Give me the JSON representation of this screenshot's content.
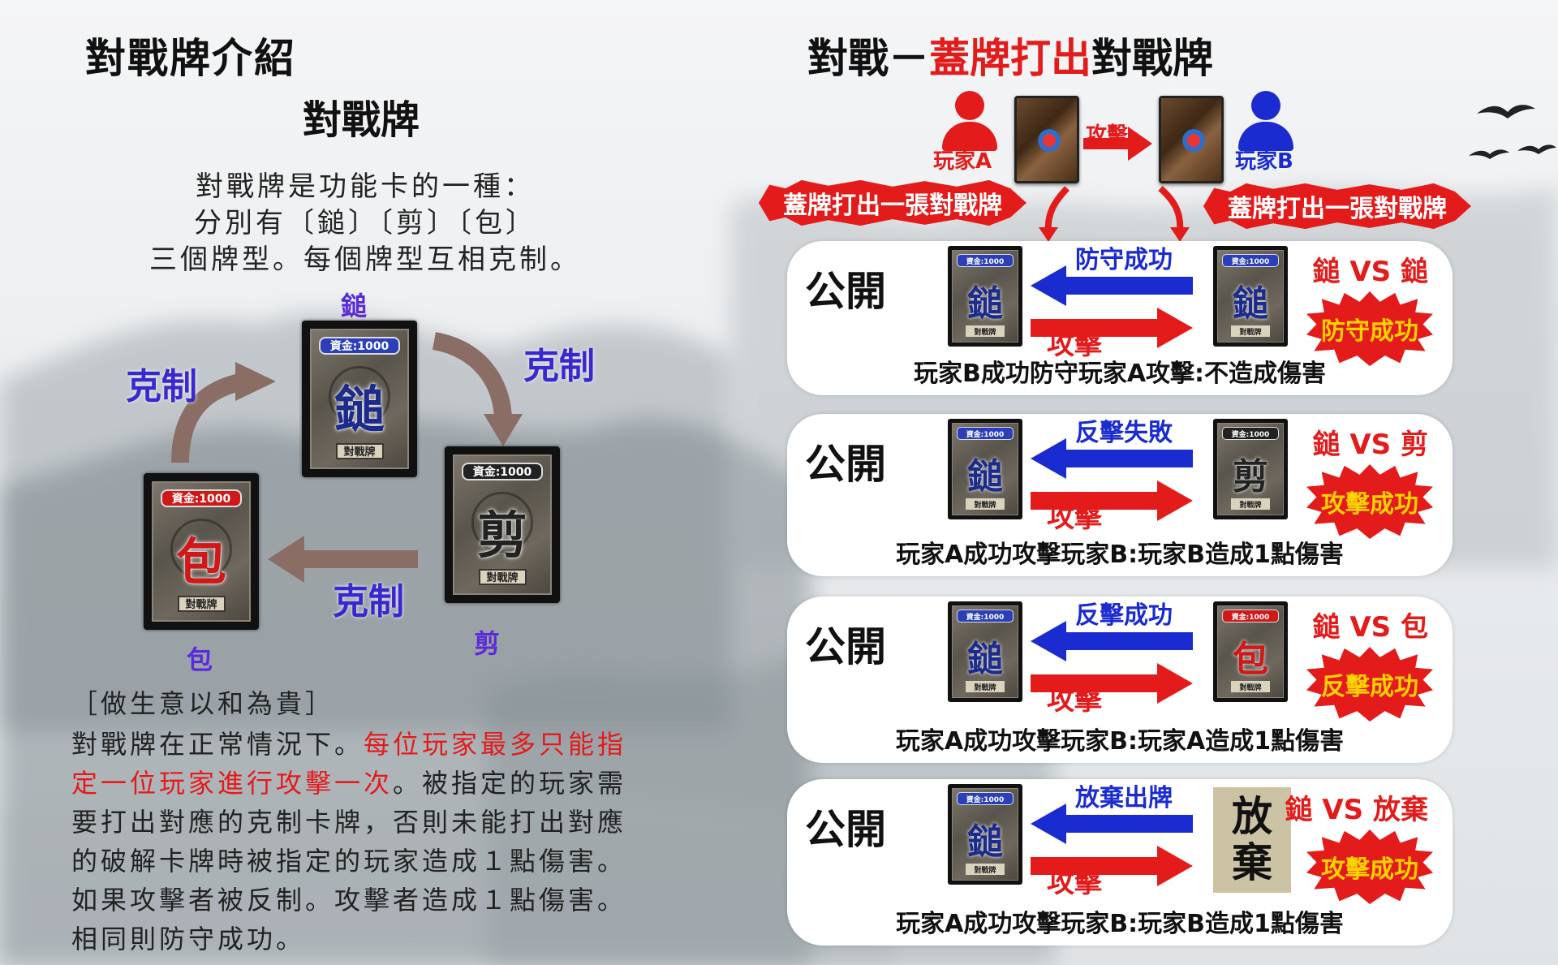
{
  "left": {
    "title": "對戰牌介紹",
    "card_heading": "對戰牌",
    "intro_lines": [
      "對戰牌是功能卡的一種：",
      "分別有〔鎚〕〔剪〕〔包〕",
      "三個牌型。每個牌型互相克制。"
    ],
    "cards": {
      "hammer": {
        "label": "鎚",
        "badge": "資金:1000",
        "glyph": "鎚",
        "footer": "對戰牌"
      },
      "scissors": {
        "label": "剪",
        "badge": "資金:1000",
        "glyph": "剪",
        "footer": "對戰牌"
      },
      "paper": {
        "label": "包",
        "badge": "資金:1000",
        "glyph": "包",
        "footer": "對戰牌"
      }
    },
    "arrow_labels": [
      "克制",
      "克制",
      "克制"
    ],
    "proverb": "［做生意以和為貴］",
    "rules": {
      "line1_a": "對戰牌在正常情況下。",
      "line1_b": "每位玩家最多只能指",
      "line2_a": "定一位玩家進行攻擊一次",
      "line2_b": "。被指定的玩家需",
      "line3": "要打出對應的克制卡牌，否則未能打出對應",
      "line4": "的破解卡牌時被指定的玩家造成１點傷害。",
      "line5": "如果攻擊者被反制。攻擊者造成１點傷害。",
      "line6": "相同則防守成功。"
    }
  },
  "right": {
    "title_a": "對戰－",
    "title_b": "蓋牌打出",
    "title_c": "對戰牌",
    "player_a": "玩家A",
    "player_b": "玩家B",
    "attack_label": "攻擊",
    "banner_a": "蓋牌打出一張對戰牌",
    "banner_b": "蓋牌打出一張對戰牌",
    "panels": [
      {
        "public": "公開",
        "blue_label": "防守成功",
        "red_label": "攻擊",
        "vs": "鎚 VS 鎚",
        "burst": "防守成功",
        "caption": "玩家B成功防守玩家A攻擊:不造成傷害",
        "a_glyph": "鎚",
        "b_glyph": "鎚",
        "a_badge": "資金:1000",
        "b_badge": "資金:1000",
        "footer": "對戰牌"
      },
      {
        "public": "公開",
        "blue_label": "反擊失敗",
        "red_label": "攻擊",
        "vs": "鎚 VS 剪",
        "burst": "攻擊成功",
        "caption": "玩家A成功攻擊玩家B:玩家B造成1點傷害",
        "a_glyph": "鎚",
        "b_glyph": "剪",
        "a_badge": "資金:1000",
        "b_badge": "資金:1000",
        "footer": "對戰牌"
      },
      {
        "public": "公開",
        "blue_label": "反擊成功",
        "red_label": "攻擊",
        "vs": "鎚 VS 包",
        "burst": "反擊成功",
        "caption": "玩家A成功攻擊玩家B:玩家A造成1點傷害",
        "a_glyph": "鎚",
        "b_glyph": "包",
        "a_badge": "資金:1000",
        "b_badge": "資金:1000",
        "footer": "對戰牌"
      },
      {
        "public": "公開",
        "blue_label": "放棄出牌",
        "red_label": "攻擊",
        "vs": "鎚 VS 放棄",
        "burst": "攻擊成功",
        "caption": "玩家A成功攻擊玩家B:玩家B造成1點傷害",
        "a_glyph": "鎚",
        "giveup_1": "放",
        "giveup_2": "棄",
        "a_badge": "資金:1000",
        "footer": "對戰牌"
      }
    ]
  },
  "colors": {
    "red": "#e31b1b",
    "blue": "#1a2bd0",
    "purple": "#5a2bd8",
    "burst_text": "#ffd200"
  }
}
